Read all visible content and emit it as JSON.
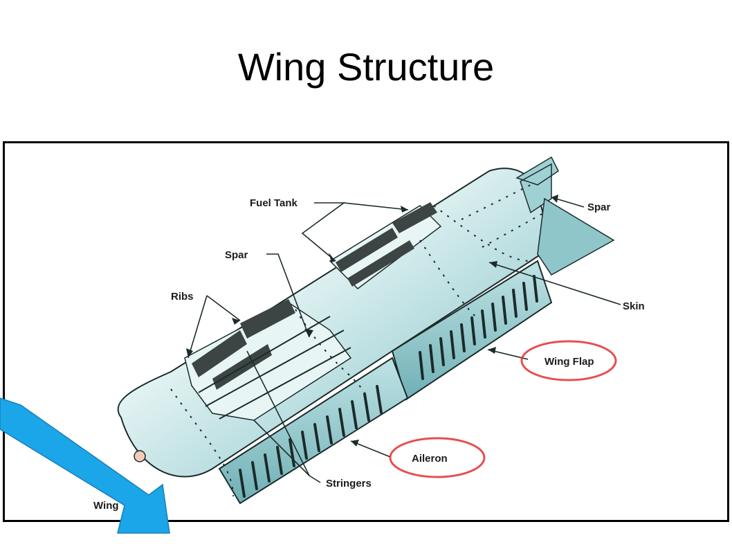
{
  "slide": {
    "title": "Wing Structure"
  },
  "diagram": {
    "labels": {
      "fuel_tank": "Fuel Tank",
      "spar_top": "Spar",
      "spar_left": "Spar",
      "ribs": "Ribs",
      "skin": "Skin",
      "wing_flap": "Wing Flap",
      "aileron": "Aileron",
      "stringers": "Stringers",
      "wing_tip_partial": "Wing"
    },
    "highlighted": [
      "Wing Flap",
      "Aileron"
    ],
    "colors": {
      "skin": "#9fd0d4",
      "skin_light": "#e6f4f4",
      "dark_structure": "#3c4444",
      "highlight_ring": "#e23030",
      "pointer_arrow": "#1aa6e8"
    },
    "icons": {
      "pointer": "pointer-arrow-icon"
    }
  }
}
